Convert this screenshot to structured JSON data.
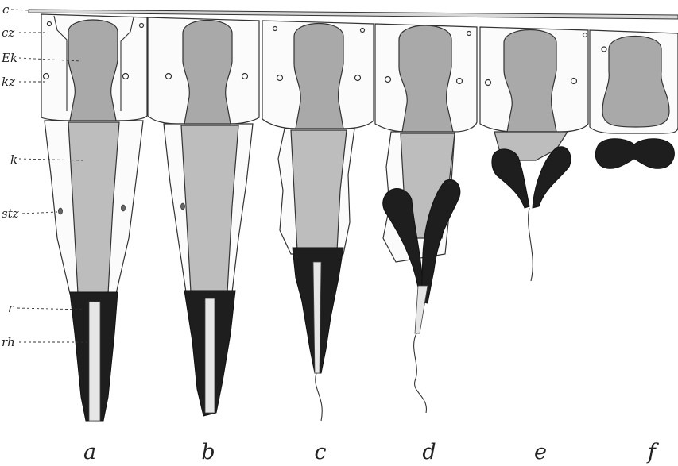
{
  "figure": {
    "side_labels": {
      "c": "c",
      "cz": "cz",
      "Ek": "Ek",
      "kz": "kz",
      "k": "k",
      "stz": "stz",
      "r": "r",
      "rh": "rh"
    },
    "column_labels": [
      "a",
      "b",
      "c",
      "d",
      "e",
      "f"
    ]
  }
}
